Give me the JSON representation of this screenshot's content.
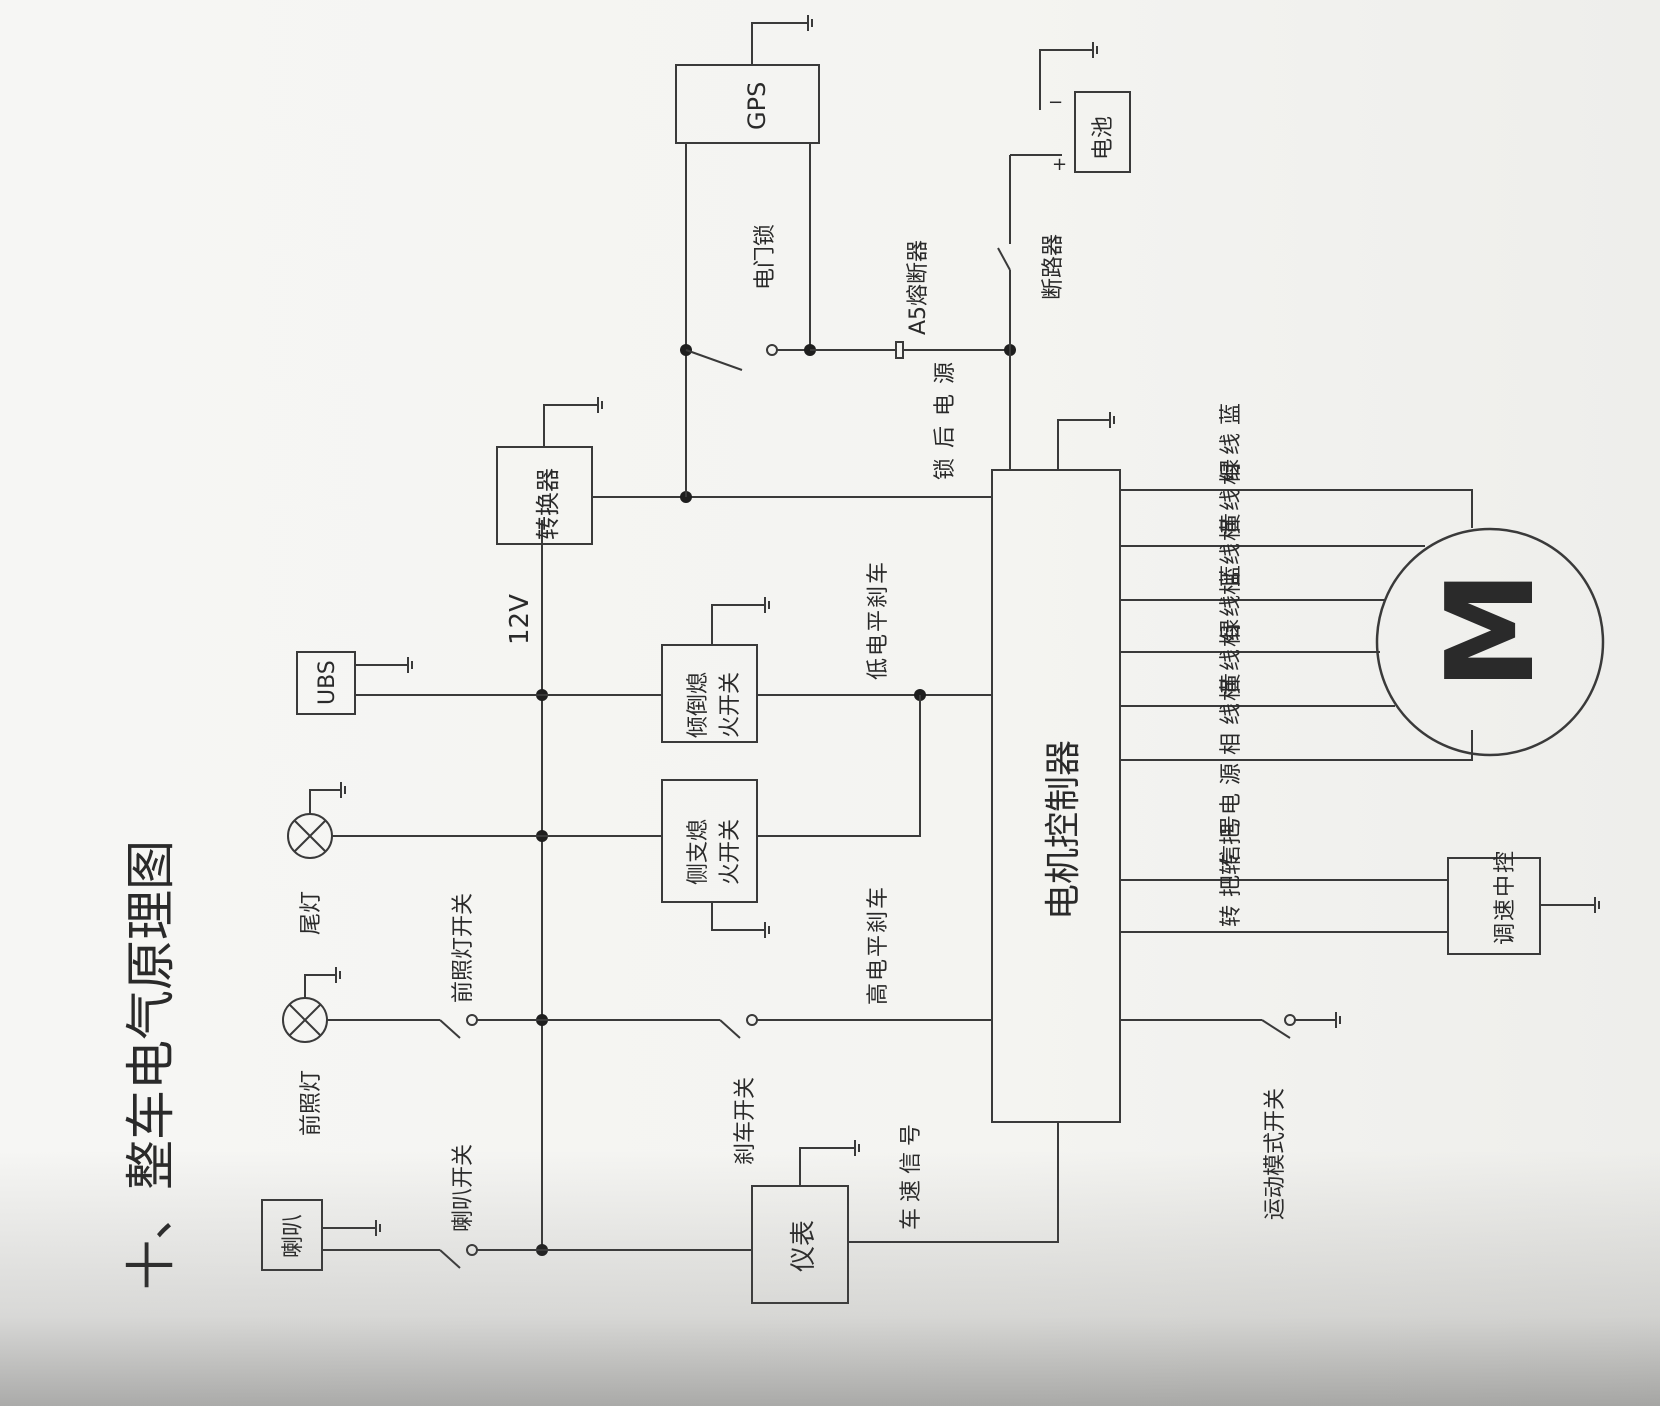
{
  "title": "十、整车电气原理图",
  "colors": {
    "ink": "#2a2a2a",
    "paper": "#f4f4f1"
  },
  "icons": {
    "lamp": "lamp-cross-icon",
    "ground": "ground-icon",
    "switch": "switch-icon",
    "motor": "motor-m-icon"
  },
  "components": {
    "gps": "GPS",
    "battery": "电池",
    "converter": "转换器",
    "ubs": "UBS",
    "tilt_switch": "倾倒熄火开关",
    "side_switch": "侧支熄火开关",
    "controller": "电机控制器",
    "motor": "M",
    "speed_ctrl": "调速中控",
    "meter": "仪表",
    "horn": "喇叭",
    "head_lamp": "前照灯",
    "tail_lamp": "尾灯"
  },
  "labels": {
    "horn_switch": "喇叭开关",
    "head_switch": "前照灯开关",
    "brake_switch": "刹车开关",
    "sport_switch": "运动模式开关",
    "electric_lock": "电门锁",
    "fuse": "A5熔断器",
    "breaker": "断路器",
    "v12": "12V",
    "post_lock_power": "锁后电源",
    "low_brake": "低电平刹车",
    "high_brake": "高电平刹车",
    "speed_signal": "车速信号",
    "handle_power": "转把电源",
    "handle_signal": "转把信号",
    "plus": "+",
    "minus": "−",
    "phases": [
      "相线蓝",
      "相线绿",
      "相线黄",
      "相线蓝",
      "相线绿",
      "相线黄"
    ]
  }
}
